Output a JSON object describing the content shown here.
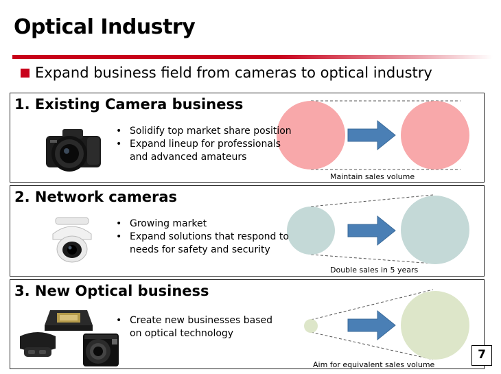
{
  "title": "Optical Industry",
  "subtitle": "Expand business field from cameras to optical industry",
  "sections": [
    {
      "title": "1. Existing Camera business",
      "bullets": [
        "Solidify top market share position",
        "Expand lineup for professionals and advanced amateurs"
      ],
      "caption": "Maintain sales volume",
      "from_color": "#f8a8aa",
      "to_color": "#f8a8aa",
      "illustration": "mirrorless-camera-icon"
    },
    {
      "title": "2. Network cameras",
      "bullets": [
        "Growing market",
        "Expand solutions that respond to needs for safety and security"
      ],
      "caption": "Double sales in 5 years",
      "from_color": "#c4d9d7",
      "to_color": "#c4d9d7",
      "illustration": "dome-network-camera-icon"
    },
    {
      "title": "3. New Optical business",
      "bullets": [
        "Create new businesses based on optical technology"
      ],
      "caption": "Aim for equivalent sales volume",
      "from_color": "#dde6c9",
      "to_color": "#dde6c9",
      "illustration": "optical-devices-icon"
    }
  ],
  "arrow_color": "#4a7fb5",
  "accent_color": "#c8001a",
  "page_number": "7"
}
